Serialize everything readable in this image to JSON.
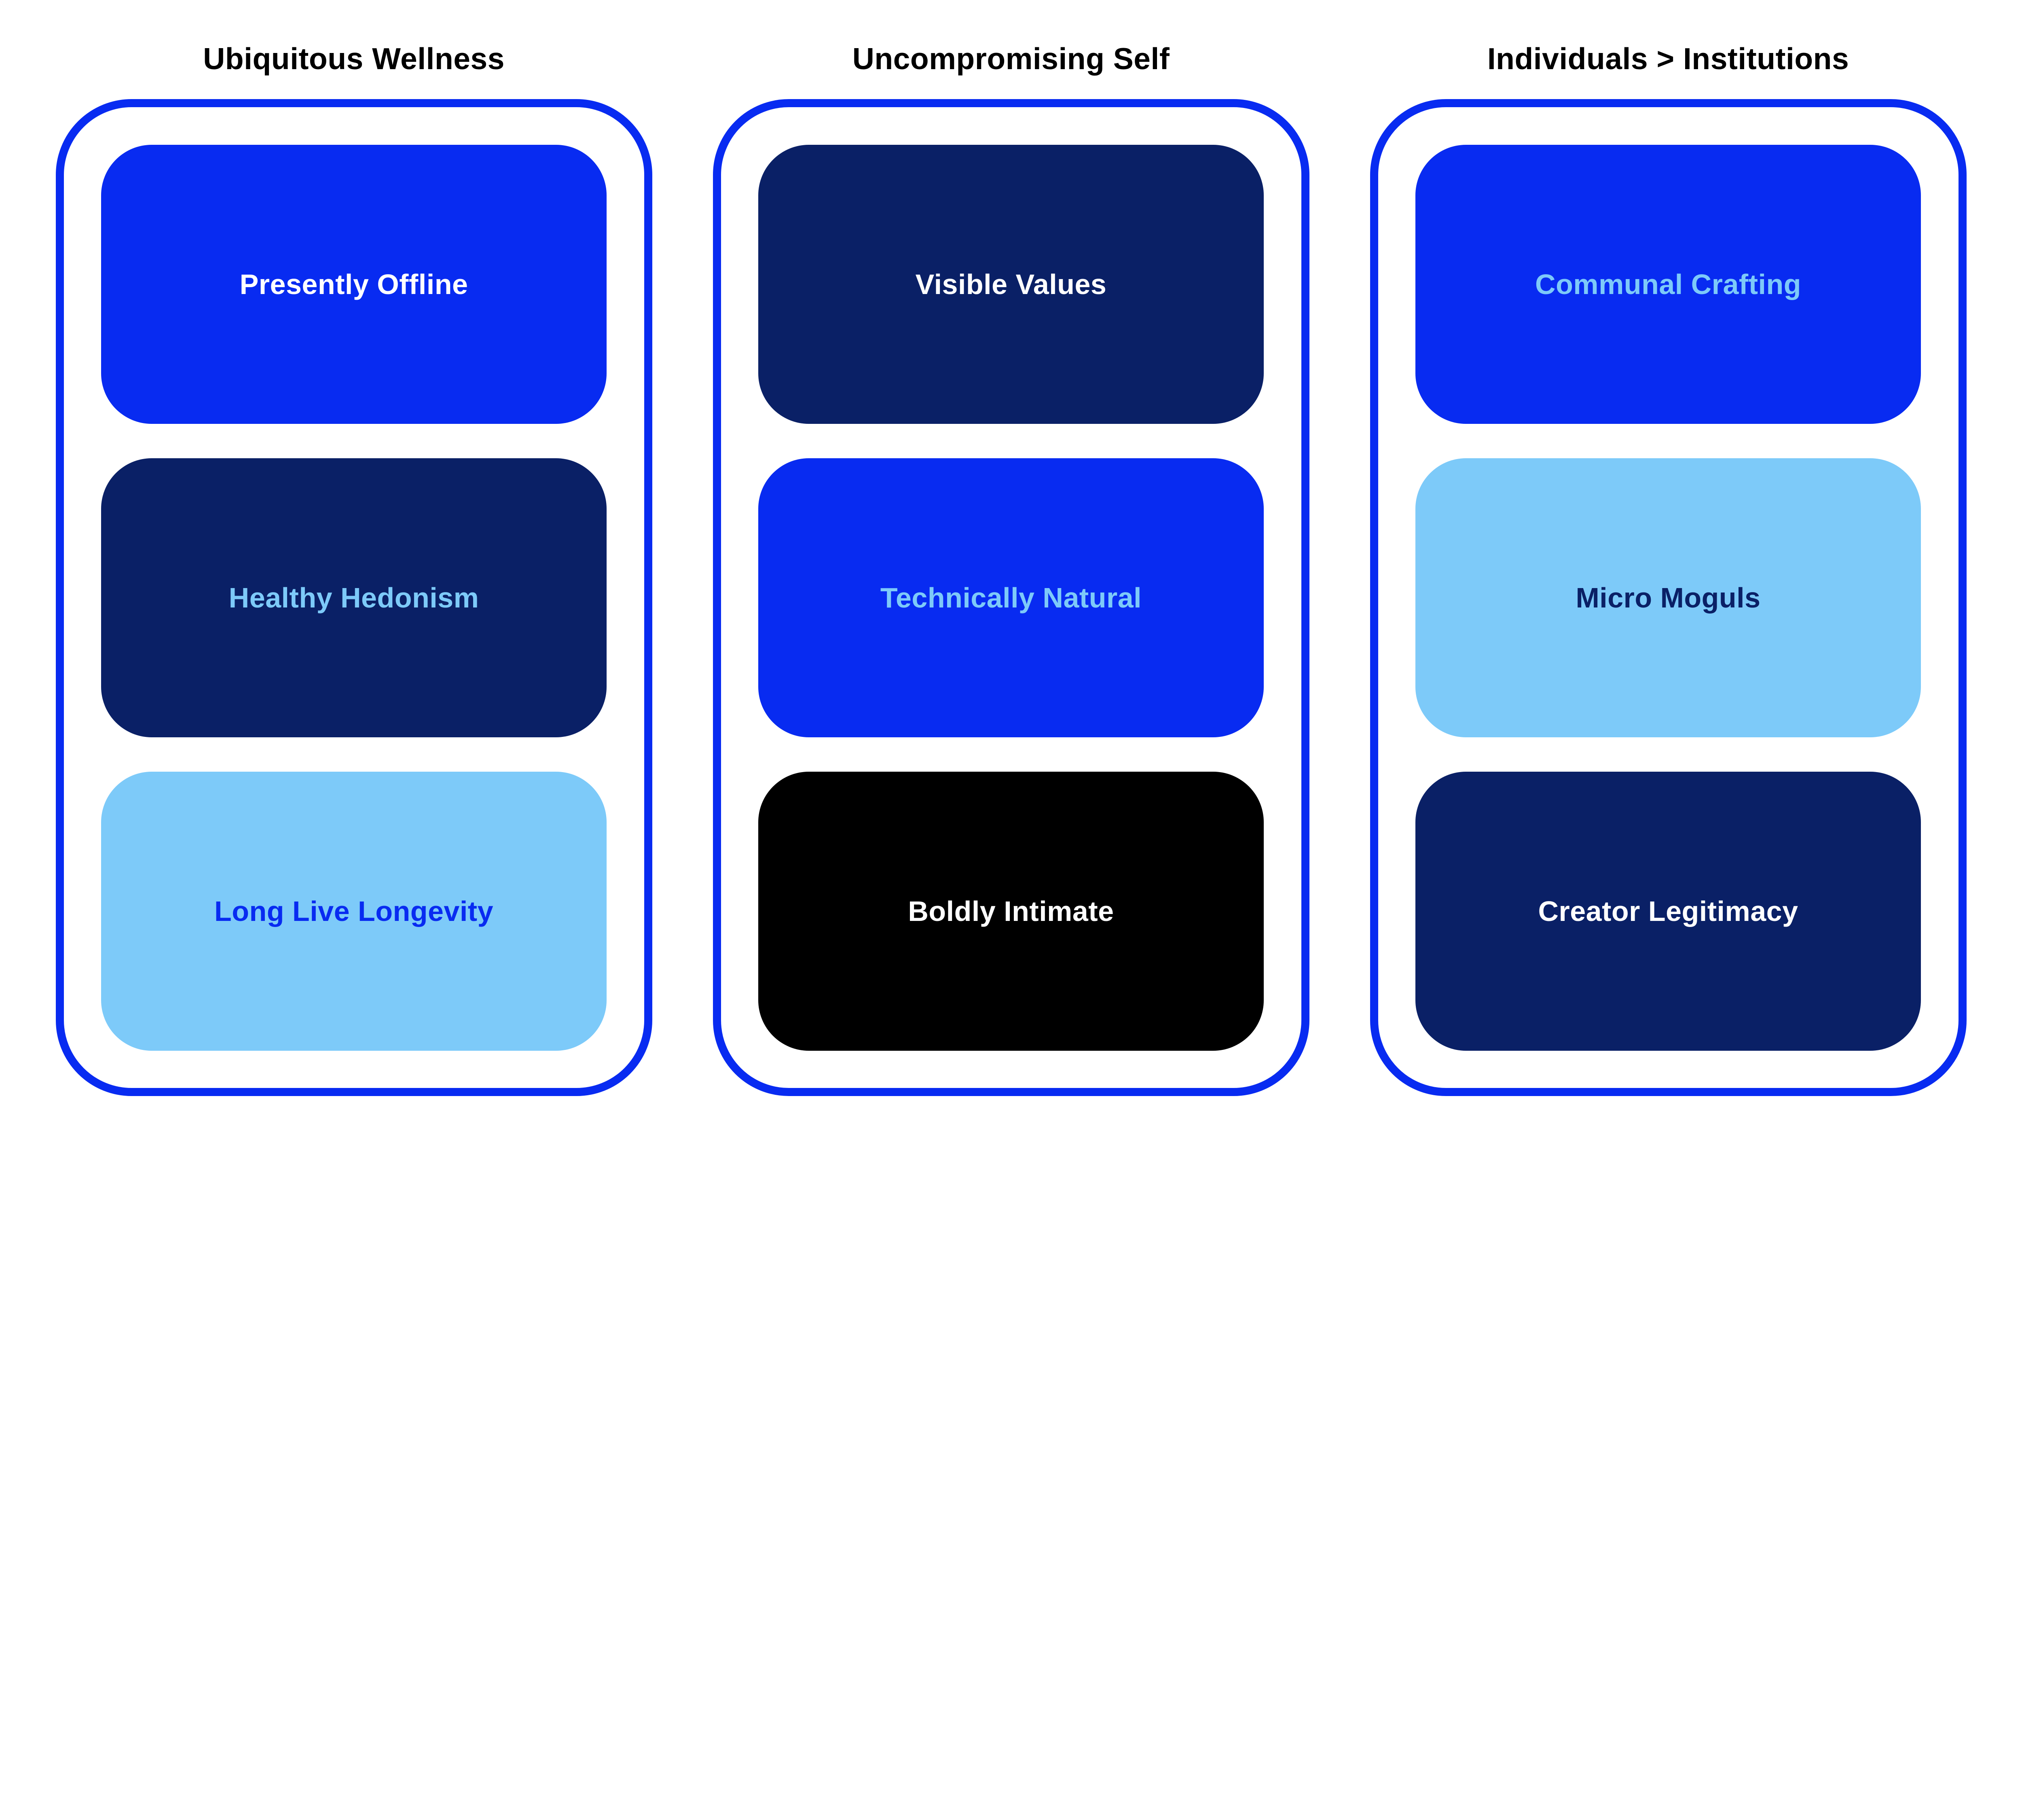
{
  "page": {
    "background": "#FFFFFF",
    "title_text_color": "#000000"
  },
  "colors": {
    "brand_blue": "#082BF1",
    "navy": "#0A2066",
    "sky_blue": "#7DCAF9",
    "black": "#000000",
    "white": "#FFFFFF",
    "outline_blue": "#082BF1"
  },
  "columns": [
    {
      "title": "Ubiquitous Wellness",
      "cards": [
        {
          "label": "Presently Offline",
          "bg": "#082BF1",
          "text": "#FFFFFF"
        },
        {
          "label": "Healthy Hedonism",
          "bg": "#0A2066",
          "text": "#7DCAF9"
        },
        {
          "label": "Long Live Longevity",
          "bg": "#7DCAF9",
          "text": "#082BF1"
        }
      ]
    },
    {
      "title": "Uncompromising Self",
      "cards": [
        {
          "label": "Visible Values",
          "bg": "#0A2066",
          "text": "#FFFFFF"
        },
        {
          "label": "Technically Natural",
          "bg": "#082BF1",
          "text": "#7DCAF9"
        },
        {
          "label": "Boldly Intimate",
          "bg": "#000000",
          "text": "#FFFFFF"
        }
      ]
    },
    {
      "title": "Individuals > Institutions",
      "cards": [
        {
          "label": "Communal Crafting",
          "bg": "#082BF1",
          "text": "#7DCAF9"
        },
        {
          "label": "Micro Moguls",
          "bg": "#7DCAF9",
          "text": "#0A2066"
        },
        {
          "label": "Creator Legitimacy",
          "bg": "#0A2066",
          "text": "#FFFFFF"
        }
      ]
    }
  ]
}
